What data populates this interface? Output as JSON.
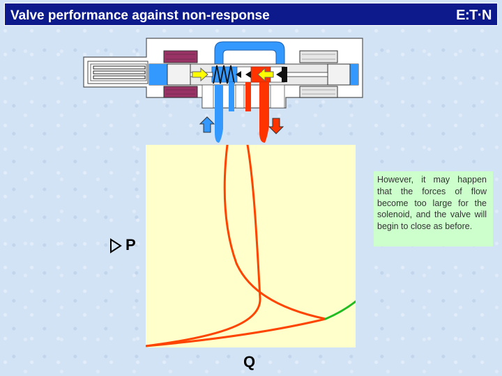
{
  "header": {
    "title": "Valve performance against non-response",
    "logo_text": "E:T·N"
  },
  "chart_data": {
    "type": "line",
    "title": "",
    "xlabel": "Q",
    "ylabel": "P",
    "ylabel_symbol": "delta-icon",
    "background": "#ffffcc",
    "series": [
      {
        "color": "#ff4400"
      },
      {
        "color": "#ff4400"
      },
      {
        "color": "#22bb22"
      }
    ]
  },
  "note": {
    "text": "However, it may happen that the forces of flow become too large for the solenoid, and the valve will begin to close as before."
  },
  "colors": {
    "title_bar": "#0c1a8c",
    "flow_in": "#3399ff",
    "flow_out": "#ff3300",
    "valve_body": "#ffffff",
    "note_bg": "#ccffcc"
  }
}
